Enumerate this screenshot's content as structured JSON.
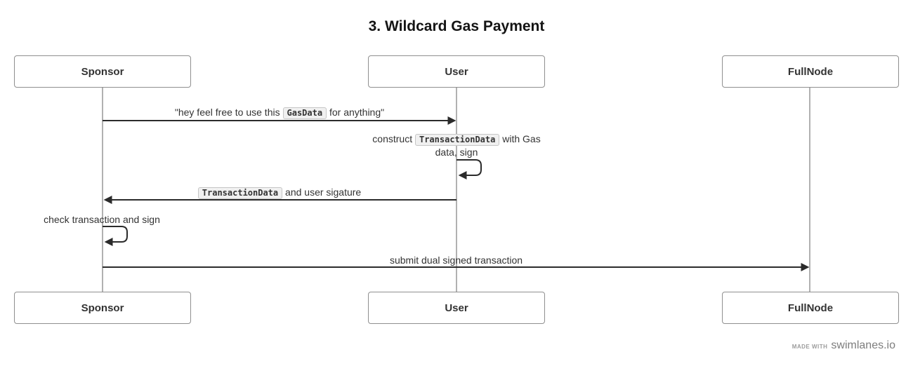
{
  "title": "3. Wildcard Gas Payment",
  "actors": [
    {
      "id": "sponsor",
      "label": "Sponsor"
    },
    {
      "id": "user",
      "label": "User"
    },
    {
      "id": "fullnode",
      "label": "FullNode"
    }
  ],
  "messages": [
    {
      "from": "Sponsor",
      "to": "User",
      "kind": "arrow-right",
      "parts": [
        {
          "type": "text",
          "value": "\"hey feel free to use this "
        },
        {
          "type": "code",
          "value": "GasData"
        },
        {
          "type": "text",
          "value": " for anything\""
        }
      ]
    },
    {
      "from": "User",
      "to": "User",
      "kind": "self-loop",
      "parts": [
        {
          "type": "text",
          "value": "construct "
        },
        {
          "type": "code",
          "value": "TransactionData"
        },
        {
          "type": "text",
          "value": " with Gas"
        },
        {
          "type": "br"
        },
        {
          "type": "text",
          "value": "data, sign"
        }
      ]
    },
    {
      "from": "User",
      "to": "Sponsor",
      "kind": "arrow-left",
      "parts": [
        {
          "type": "code",
          "value": "TransactionData"
        },
        {
          "type": "text",
          "value": " and user sigature"
        }
      ]
    },
    {
      "from": "Sponsor",
      "to": "Sponsor",
      "kind": "self-loop",
      "parts": [
        {
          "type": "text",
          "value": "check transaction and sign"
        }
      ]
    },
    {
      "from": "Sponsor",
      "to": "FullNode",
      "kind": "arrow-right",
      "parts": [
        {
          "type": "text",
          "value": "submit dual signed transaction"
        }
      ]
    }
  ],
  "footer": {
    "made_with": "MADE WITH",
    "brand": "swimlanes.io"
  },
  "colors": {
    "arrow": "#2b2b2b",
    "lifeline": "#b1b1b1",
    "box_border": "#8f8f8f",
    "text": "#333333",
    "code_bg": "#f0f0f0",
    "code_border": "#c6c6c6",
    "footer_text": "#7d7d7d"
  }
}
